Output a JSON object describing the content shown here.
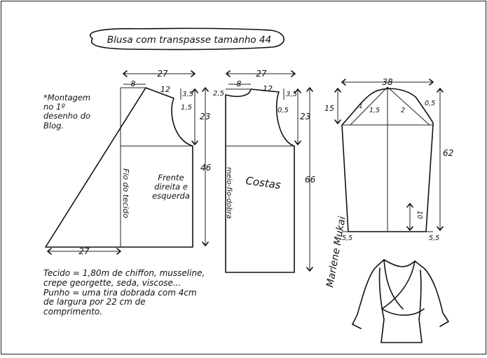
{
  "title": "Blusa com transpasse tamanho 44",
  "note": "*Montagem no 1º desenho do Blog.",
  "front": {
    "label": "Frente direita e esquerda",
    "grain_label": "Fio do tecido",
    "top_width": "27",
    "neck_offset": "8",
    "shoulder": "12",
    "shoulder_drop": "3,5",
    "armhole_curve": "1,5",
    "armhole_depth": "23",
    "side_length": "46",
    "bottom_width": "27"
  },
  "back": {
    "label": "Costas",
    "fold_label": "meio-fio-dobra",
    "top_width": "27",
    "neck_offset": "8",
    "neck_depth": "2,5",
    "shoulder": "12",
    "shoulder_drop": "3,5",
    "armhole_curve": "0,5",
    "armhole_depth": "23",
    "total_length": "66"
  },
  "sleeve": {
    "width": "38",
    "cap_height": "15",
    "curve_1": "1",
    "curve_2": "1,5",
    "curve_3": "2",
    "curve_4": "0,5",
    "length": "62",
    "slit": "10",
    "cuff_left": "5,5",
    "cuff_right": "5,5"
  },
  "fabric_text": {
    "line1": "Tecido = 1,80m de chiffon, musseline,",
    "line2": "crepe georgette, seda, viscose...",
    "line3": "Punho = uma tira dobrada com 4cm",
    "line4": "de largura por 22 cm de",
    "line5": "comprimento."
  },
  "signature": "Marlene Mukai"
}
